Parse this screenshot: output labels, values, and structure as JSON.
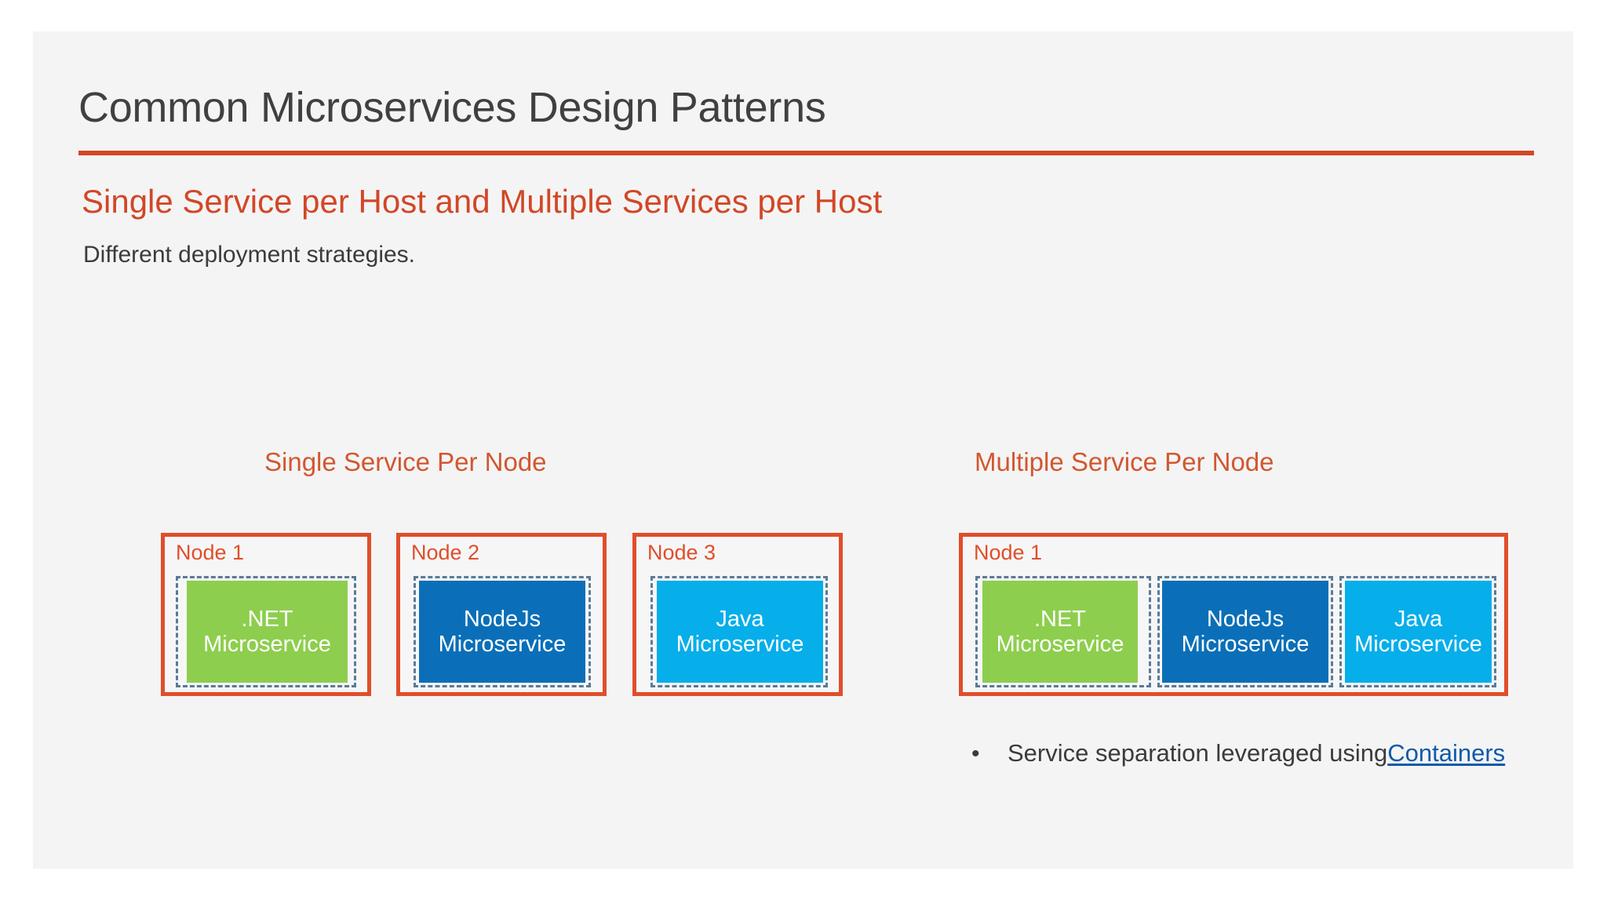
{
  "slide": {
    "title": "Common Microservices Design Patterns",
    "subtitle": "Single Service per Host and Multiple Services per Host",
    "lead": "Different deployment strategies.",
    "accent_color": "#D24726",
    "background_color": "#F4F4F5"
  },
  "columns": {
    "left": {
      "caption": "Single Service Per Node",
      "nodes": [
        {
          "label": "Node 1",
          "services": [
            {
              "name": ".NET Microservice",
              "color": "#8DCE4E"
            }
          ]
        },
        {
          "label": "Node 2",
          "services": [
            {
              "name": "NodeJs Microservice",
              "color": "#0A6FB8"
            }
          ]
        },
        {
          "label": "Node 3",
          "services": [
            {
              "name": "Java Microservice",
              "color": "#06AEEA"
            }
          ]
        }
      ]
    },
    "right": {
      "caption": "Multiple Service Per Node",
      "nodes": [
        {
          "label": "Node 1",
          "services": [
            {
              "name": ".NET Microservice",
              "color": "#8DCE4E"
            },
            {
              "name": "NodeJs Microservice",
              "color": "#0A6FB8"
            },
            {
              "name": "Java Microservice",
              "color": "#06AEEA"
            }
          ]
        }
      ],
      "bullet": {
        "marker": "•",
        "text": "Service separation leveraged using ",
        "link_text": "Containers",
        "link_color": "#0F5AA8"
      }
    }
  }
}
